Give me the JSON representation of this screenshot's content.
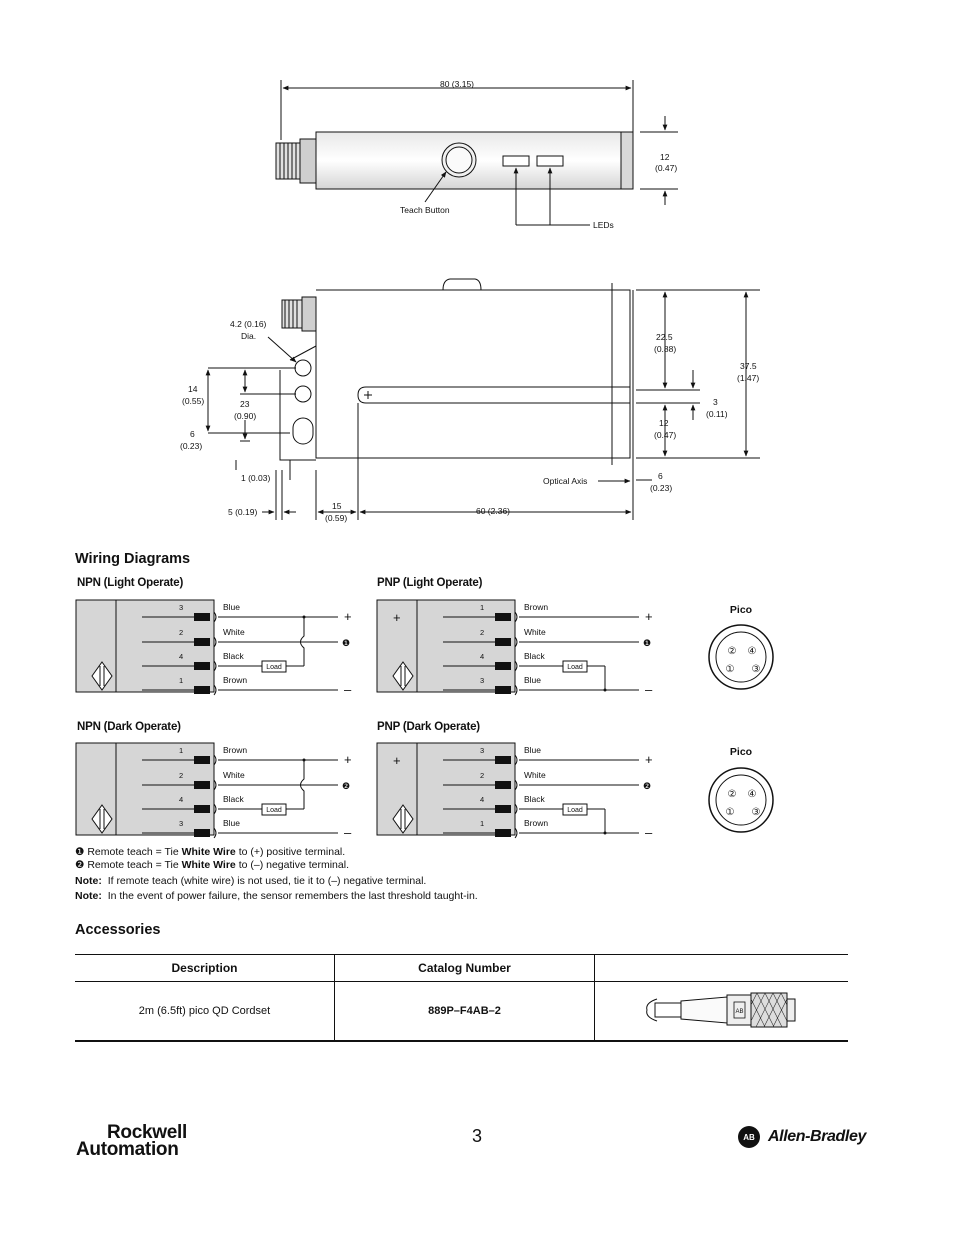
{
  "top_view": {
    "dim_length": "80 (3.15)",
    "dim_height": "12",
    "dim_height_in": "(0.47)",
    "teach_button_label": "Teach Button",
    "leds_label": "LEDs"
  },
  "side_view": {
    "hole_dia_a": "4.2 (0.16)",
    "hole_dia_b": "Dia.",
    "d14_a": "14",
    "d14_b": "(0.55)",
    "d23_a": "23",
    "d23_b": "(0.90)",
    "d6l_a": "6",
    "d6l_b": "(0.23)",
    "d1": "1 (0.03)",
    "d5": "5 (0.19)",
    "d15_a": "15",
    "d15_b": "(0.59)",
    "d60": "60 (2.36)",
    "d225_a": "22.5",
    "d225_b": "(0.88)",
    "d12_a": "12",
    "d12_b": "(0.47)",
    "d3_a": "3",
    "d3_b": "(0.11)",
    "d375_a": "37.5",
    "d375_b": "(1.47)",
    "d6r_a": "6",
    "d6r_b": "(0.23)",
    "optical_axis": "Optical Axis"
  },
  "wiring": {
    "title": "Wiring Diagrams",
    "npn_light": {
      "title": "NPN (Light Operate)",
      "pins": [
        "3",
        "2",
        "4",
        "1"
      ],
      "wires": [
        "Blue",
        "White",
        "Black",
        "Brown"
      ],
      "load": "Load",
      "plus": "+",
      "minus": "–",
      "marker": "❶"
    },
    "pnp_light": {
      "title": "PNP (Light Operate)",
      "pins": [
        "1",
        "2",
        "4",
        "3"
      ],
      "wires": [
        "Brown",
        "White",
        "Black",
        "Blue"
      ],
      "load": "Load",
      "plus": "+",
      "minus": "–",
      "marker": "❶",
      "box_plus": "+"
    },
    "npn_dark": {
      "title": "NPN (Dark Operate)",
      "pins": [
        "1",
        "2",
        "4",
        "3"
      ],
      "wires": [
        "Brown",
        "White",
        "Black",
        "Blue"
      ],
      "load": "Load",
      "plus": "+",
      "minus": "–",
      "marker": "❷"
    },
    "pnp_dark": {
      "title": "PNP (Dark Operate)",
      "pins": [
        "3",
        "2",
        "4",
        "1"
      ],
      "wires": [
        "Blue",
        "White",
        "Black",
        "Brown"
      ],
      "load": "Load",
      "plus": "+",
      "minus": "–",
      "marker": "❷",
      "box_plus": "+"
    },
    "pico_label": "Pico",
    "pico_pins": [
      "②",
      "④",
      "①",
      "③"
    ]
  },
  "notes": {
    "n1_mark": "❶",
    "n1_pre": "Remote teach = Tie",
    "n1_bold": "White Wire",
    "n1_post": "to (+) positive terminal.",
    "n2_mark": "❷",
    "n2_pre": "Remote teach = Tie",
    "n2_bold": "White Wire",
    "n2_post": "to (–) negative terminal.",
    "n3_label": "Note:",
    "n3_text": "If remote teach (white wire) is not used, tie it to (–) negative terminal.",
    "n4_label": "Note:",
    "n4_text": "In the event of power failure, the sensor remembers the last threshold taught-in."
  },
  "accessories": {
    "title": "Accessories",
    "headers": [
      "Description",
      "Catalog Number",
      ""
    ],
    "rows": [
      {
        "description": "2m (6.5ft) pico QD Cordset",
        "catalog": "889P–F4AB–2"
      }
    ],
    "cordset_logo_text": "AB"
  },
  "footer": {
    "rockwell_line1": "Rockwell",
    "rockwell_line2": "Automation",
    "page_number": "3",
    "ab_badge": "AB",
    "ab_name": "Allen-Bradley"
  }
}
